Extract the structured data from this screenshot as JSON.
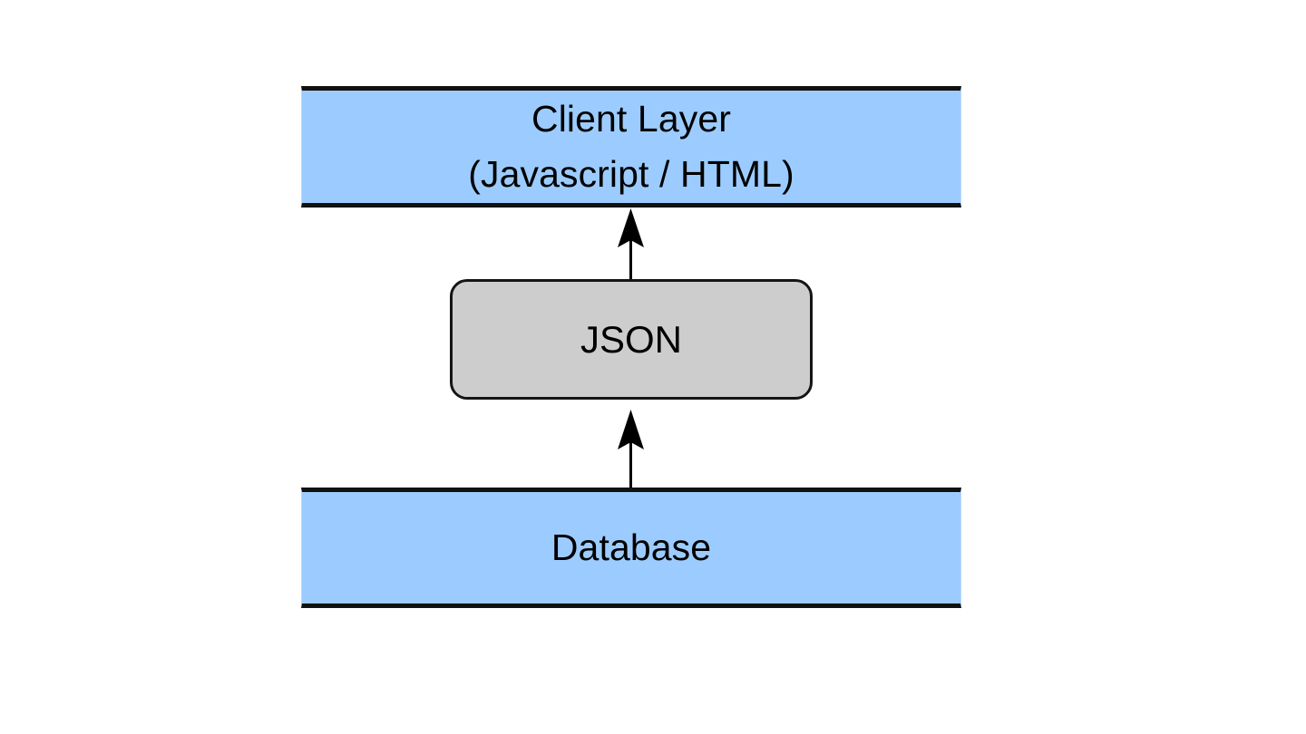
{
  "diagram": {
    "title": "Client Layer / JSON / Database architecture diagram",
    "background_color": "#ffffff",
    "nodes": {
      "client_layer": {
        "label": "Client Layer\n(Javascript / HTML)",
        "line_1": "Client Layer",
        "line_2": "(Javascript / HTML)",
        "fill_color": "#9cccff",
        "border_color": "#111111",
        "shape": "band"
      },
      "json": {
        "label": "JSON",
        "fill_color": "#cdcdcd",
        "border_color": "#151515",
        "shape": "rounded-rectangle"
      },
      "database": {
        "label": "Database",
        "fill_color": "#9cccff",
        "border_color": "#111111",
        "shape": "band"
      }
    },
    "edges": [
      {
        "name": "json-to-client-layer",
        "from": "json",
        "to": "client_layer",
        "direction": "up",
        "arrowhead": "filled-triangle",
        "color": "#000000"
      },
      {
        "name": "database-to-json",
        "from": "database",
        "to": "json",
        "direction": "up",
        "arrowhead": "filled-triangle",
        "color": "#000000"
      }
    ]
  }
}
